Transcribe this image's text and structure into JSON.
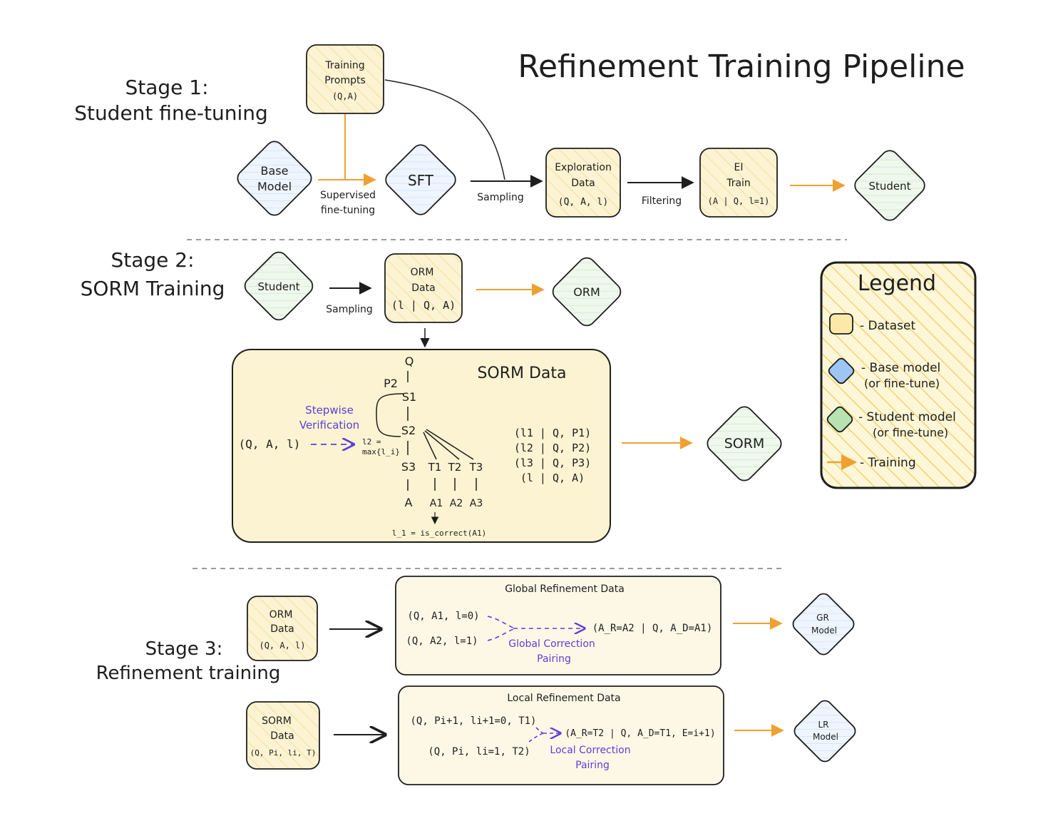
{
  "title": "Refinement Training Pipeline",
  "colors": {
    "dataset_fill": "#fcf3d2",
    "base_fill": "#e3efff",
    "student_fill": "#e8f6e6",
    "training_arrow": "#f0a030",
    "stepwise_purple": "#5b3fd6",
    "stroke": "#1e1e1e"
  },
  "stage1": {
    "label_line1": "Stage 1:",
    "label_line2": "Student fine-tuning",
    "training_prompts": {
      "line1": "Training",
      "line2": "Prompts",
      "line3": "(Q,A)"
    },
    "base_model": {
      "line1": "Base",
      "line2": "Model"
    },
    "sft_edge": {
      "line1": "Supervised",
      "line2": "fine-tuning"
    },
    "sft": "SFT",
    "sampling": "Sampling",
    "exploration": {
      "line1": "Exploration",
      "line2": "Data",
      "line3": "(Q, A, l)"
    },
    "filtering": "Filtering",
    "ei_train": {
      "line1": "EI",
      "line2": "Train",
      "line3": "(A | Q, l=1)"
    },
    "student": "Student"
  },
  "stage2": {
    "label_line1": "Stage 2:",
    "label_line2": "SORM Training",
    "student": "Student",
    "sampling": "Sampling",
    "orm_data": {
      "line1": "ORM",
      "line2": "Data",
      "line3": "(l | Q, A)"
    },
    "orm": "ORM",
    "sorm_data_title": "SORM Data",
    "tree": {
      "q": "Q",
      "p2": "P2",
      "s1": "S1",
      "s2": "S2",
      "s3": "S3",
      "t1": "T1",
      "t2": "T2",
      "t3": "T3",
      "a": "A",
      "a1": "A1",
      "a2": "A2",
      "a3": "A3",
      "l2_line1": "l2 =",
      "l2_line2": "max{l_i}",
      "l1_formula": "l_1 = is_correct(A1)",
      "input": "(Q, A, l)"
    },
    "stepwise": {
      "line1": "Stepwise",
      "line2": "Verification"
    },
    "labels": [
      "(l1 | Q, P1)",
      "(l2 | Q, P2)",
      "(l3 | Q, P3)",
      "(l | Q, A)"
    ],
    "sorm": "SORM"
  },
  "legend": {
    "title": "Legend",
    "dataset": "- Dataset",
    "base_line1": "- Base model",
    "base_line2": "(or fine-tune)",
    "student_line1": "- Student model",
    "student_line2": "(or fine-tune)",
    "training": "- Training"
  },
  "stage3": {
    "label_line1": "Stage 3:",
    "label_line2": "Refinement training",
    "orm_data": {
      "line1": "ORM",
      "line2": "Data",
      "line3": "(Q, A, l)"
    },
    "sorm_data": {
      "line1": "SORM",
      "line2": "Data",
      "line3": "(Q, Pi, li, T)"
    },
    "global": {
      "title": "Global Refinement Data",
      "in1": "(Q, A1, l=0)",
      "in2": "(Q, A2, l=1)",
      "out": "(A_R=A2 | Q, A_D=A1)",
      "pair_line1": "Global Correction",
      "pair_line2": "Pairing"
    },
    "local": {
      "title": "Local Refinement Data",
      "in1": "(Q, Pi+1, li+1=0, T1)",
      "in2": "(Q, Pi, li=1, T2)",
      "out": "(A_R=T2 | Q, A_D=T1, E=i+1)",
      "pair_line1": "Local Correction",
      "pair_line2": "Pairing"
    },
    "gr_model": {
      "line1": "GR",
      "line2": "Model"
    },
    "lr_model": {
      "line1": "LR",
      "line2": "Model"
    }
  }
}
